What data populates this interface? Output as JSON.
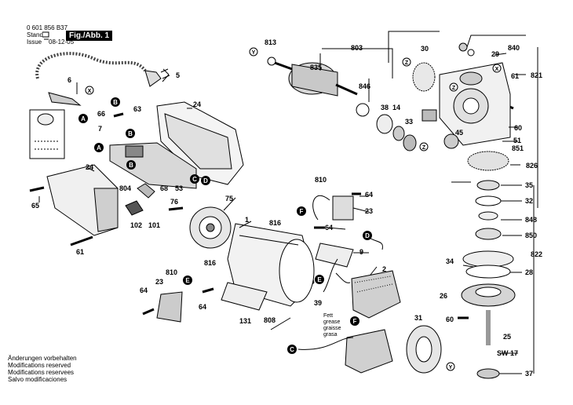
{
  "header": {
    "doc_number": "0 601 856 B37",
    "stand_label": "Stand",
    "issue_label": "Issue",
    "date": "08-12-05",
    "badge": "Fig./Abb. 1"
  },
  "footer": {
    "lines": [
      "Änderungen vorbehalten",
      "Modifications reserved",
      "Modifications reservees",
      "Salvo modificaciones"
    ]
  },
  "grease_note": [
    "Fett",
    "grease",
    "graisse",
    "grasa"
  ],
  "wrench_label": "SW 17",
  "part_numbers": {
    "p5": "5",
    "p6": "6",
    "p7": "7",
    "p23a": "23",
    "p23b": "23",
    "p24a": "24",
    "p24b": "24",
    "p25": "25",
    "p26": "26",
    "p28": "28",
    "p29": "29",
    "p30": "30",
    "p31": "31",
    "p32": "32",
    "p33": "33",
    "p34": "34",
    "p35": "35",
    "p37": "37",
    "p38": "38",
    "p39": "39",
    "p45": "45",
    "p51": "51",
    "p53": "53",
    "p60a": "60",
    "p60b": "60",
    "p61a": "61",
    "p61b": "61",
    "p63": "63",
    "p64a": "64",
    "p64b": "64",
    "p64c": "64",
    "p64d": "64",
    "p65": "65",
    "p66": "66",
    "p68": "68",
    "p75": "75",
    "p76": "76",
    "p101": "101",
    "p102": "102",
    "p131": "131",
    "p803": "803",
    "p804": "804",
    "p808": "808",
    "p810a": "810",
    "p810b": "810",
    "p813": "813",
    "p816a": "816",
    "p816b": "816",
    "p821": "821",
    "p822": "822",
    "p826": "826",
    "p835": "835",
    "p840": "840",
    "p846": "846",
    "p848": "848",
    "p850": "850",
    "p851": "851",
    "p1": "1",
    "p2": "2",
    "p9": "9",
    "p14": "14"
  },
  "callouts": {
    "A1": "A",
    "A2": "A",
    "B1": "B",
    "B2": "B",
    "B3": "B",
    "C1": "C",
    "C2": "C",
    "D1": "D",
    "D2": "D",
    "E1": "E",
    "E2": "E",
    "F1": "F",
    "F2": "F",
    "X1": "X",
    "X2": "X",
    "Y1": "Y",
    "Y2": "Y",
    "Z1": "Z",
    "Z2": "Z",
    "Z3": "Z"
  }
}
